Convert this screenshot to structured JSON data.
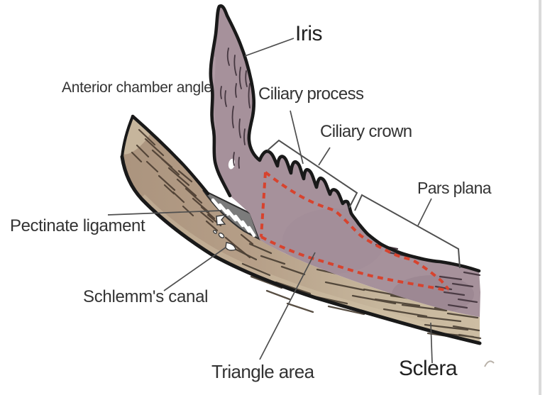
{
  "figure": {
    "kind": "anatomical line drawing",
    "background": "#ffffff"
  },
  "palette": {
    "outline_black": "#191919",
    "leader_gray": "#4f4f4f",
    "label_color": "#333333",
    "mauve_tissue": "#a6919b",
    "tan_sclera_left": "#ab947e",
    "tan_sclera_right": "#cdbda3",
    "hatch_brown": "#4a3c30",
    "pectinate_gray": "#7b7b7b",
    "red_dashed_triangle": "#d7432e",
    "right_border": "#dadada"
  },
  "labels": {
    "iris": {
      "text": "Iris"
    },
    "anterior_chamber_angle": {
      "text": "Anterior chamber angle"
    },
    "ciliary_process": {
      "text": "Ciliary process"
    },
    "ciliary_crown": {
      "text": "Ciliary crown"
    },
    "pars_plana": {
      "text": "Pars plana"
    },
    "pectinate_ligament": {
      "text": "Pectinate ligament"
    },
    "schlemms_canal": {
      "text": "Schlemm's canal"
    },
    "triangle_area": {
      "text": "Triangle area"
    },
    "sclera": {
      "text": "Sclera"
    }
  }
}
